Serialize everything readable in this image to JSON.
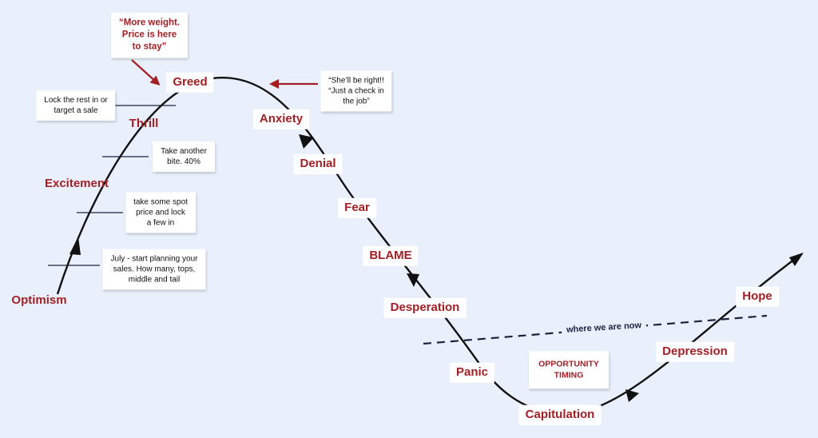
{
  "stages": {
    "optimism": "Optimism",
    "excitement": "Excitement",
    "thrill": "Thrill",
    "greed": "Greed",
    "anxiety": "Anxiety",
    "denial": "Denial",
    "fear": "Fear",
    "blame": "BLAME",
    "desperation": "Desperation",
    "panic": "Panic",
    "capitulation": "Capitulation",
    "depression": "Depression",
    "hope": "Hope"
  },
  "notes": {
    "july": "July - start planning your\nsales. How many, tops,\nmiddle and tail",
    "spot": "take some spot\nprice and lock\na few in",
    "bite": "Take another\nbite. 40%",
    "lock": "Lock the rest in or\ntarget a sale",
    "weight": "“More weight.\nPrice is here\nto stay”",
    "right": "“She’ll be right!!\n“Just a check in\nthe job”"
  },
  "opportunity": "OPPORTUNITY\nTIMING",
  "now_label": "where we are now",
  "colors": {
    "background": "#e9f0fb",
    "accent": "#a31f24",
    "curve": "#111111",
    "dashed": "#1c2340"
  }
}
